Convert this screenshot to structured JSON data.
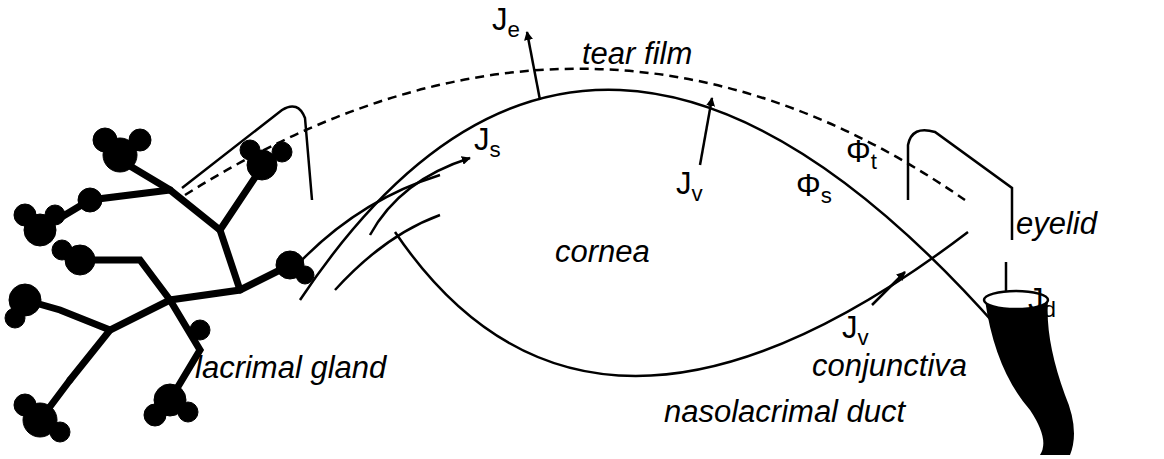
{
  "diagram": {
    "labels": [
      "Je",
      "tear film",
      "Js",
      "Φt",
      "Jv",
      "Φs",
      "eyelid",
      "cornea",
      "Jv",
      "conjunctiva",
      "Jd",
      "lacrimal gland",
      "nasolacrimal duct"
    ]
  }
}
